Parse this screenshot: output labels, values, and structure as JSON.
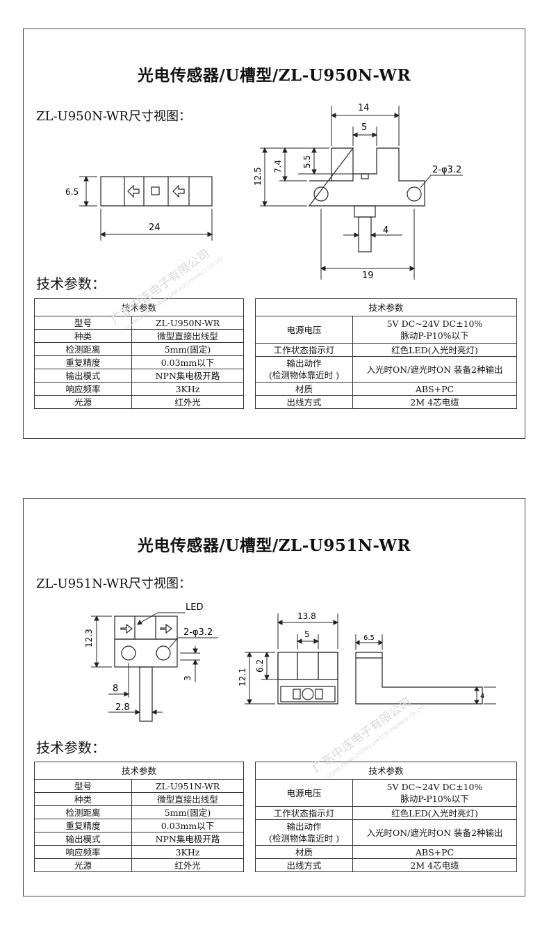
{
  "products": [
    {
      "title": "光电传感器/U槽型/ZL-U950N-WR",
      "dims_label": "ZL-U950N-WR尺寸视图：",
      "params_label": "技术参数：",
      "drawing": {
        "front_width": "24",
        "front_height": "6.5",
        "top_width": "14",
        "slot_width": "5",
        "height_total": "12.5",
        "height_mid": "7.4",
        "slot_depth": "5.5",
        "hole_label": "2-φ3.2",
        "stem_width": "4",
        "hole_pitch": "19"
      },
      "left_table": {
        "header": "技术参数",
        "rows": [
          [
            "型号",
            "ZL-U950N-WR"
          ],
          [
            "种类",
            "微型直接出线型"
          ],
          [
            "检测距离",
            "5mm(固定)"
          ],
          [
            "重复精度",
            "0.03mm以下"
          ],
          [
            "输出模式",
            "NPN集电极开路"
          ],
          [
            "响应频率",
            "3KHz"
          ],
          [
            "光源",
            "红外光"
          ]
        ]
      },
      "right_table": {
        "header": "技术参数",
        "supply_label": "电源电压",
        "supply_line1": "5V DC~24V DC±10%",
        "supply_line2": "脉动P-P10%以下",
        "indicator_label": "工作状态指示灯",
        "indicator_value": "红色LED(入光时亮灯)",
        "output_label1": "输出动作",
        "output_label2": "(检测物体靠近时 )",
        "output_value": "入光时ON/遮光时ON  装备2种输出",
        "material_label": "材质",
        "material_value": "ABS+PC",
        "cable_label": "出线方式",
        "cable_value": "2M    4芯电缆"
      }
    },
    {
      "title": "光电传感器/U槽型/ZL-U951N-WR",
      "dims_label": "ZL-U951N-WR尺寸视图：",
      "params_label": "技术参数：",
      "drawing": {
        "led_label": "LED",
        "height_left": "12.3",
        "hole_label": "2-φ3.2",
        "hole_offset": "3",
        "pitch": "8",
        "stem_width": "2.8",
        "width": "13.8",
        "slot_width": "5",
        "height": "12.1",
        "slot_depth": "6.2",
        "side_width": "6.5",
        "side_height": "4"
      },
      "left_table": {
        "header": "技术参数",
        "rows": [
          [
            "型号",
            "ZL-U951N-WR"
          ],
          [
            "种类",
            "微型直接出线型"
          ],
          [
            "检测距离",
            "5mm(固定)"
          ],
          [
            "重复精度",
            "0.03mm以下"
          ],
          [
            "输出模式",
            "NPN集电极开路"
          ],
          [
            "响应频率",
            "3KHz"
          ],
          [
            "光源",
            "红外光"
          ]
        ]
      },
      "right_table": {
        "header": "技术参数",
        "supply_label": "电源电压",
        "supply_line1": "5V DC~24V DC±10%",
        "supply_line2": "脉动P-P10%以下",
        "indicator_label": "工作状态指示灯",
        "indicator_value": "红色LED(入光时亮灯)",
        "output_label1": "输出动作",
        "output_label2": "(检测物体靠近时 )",
        "output_value": "入光时ON/遮光时ON  装备2种输出",
        "material_label": "材质",
        "material_value": "ABS+PC",
        "cable_label": "出线方式",
        "cable_value": "2M    4芯电缆"
      }
    }
  ],
  "watermark": {
    "cn": "广东中连电子有限公司",
    "en": "GUANGDONG ZHONGLIAN ELECTRONICS CO.,LTD"
  }
}
